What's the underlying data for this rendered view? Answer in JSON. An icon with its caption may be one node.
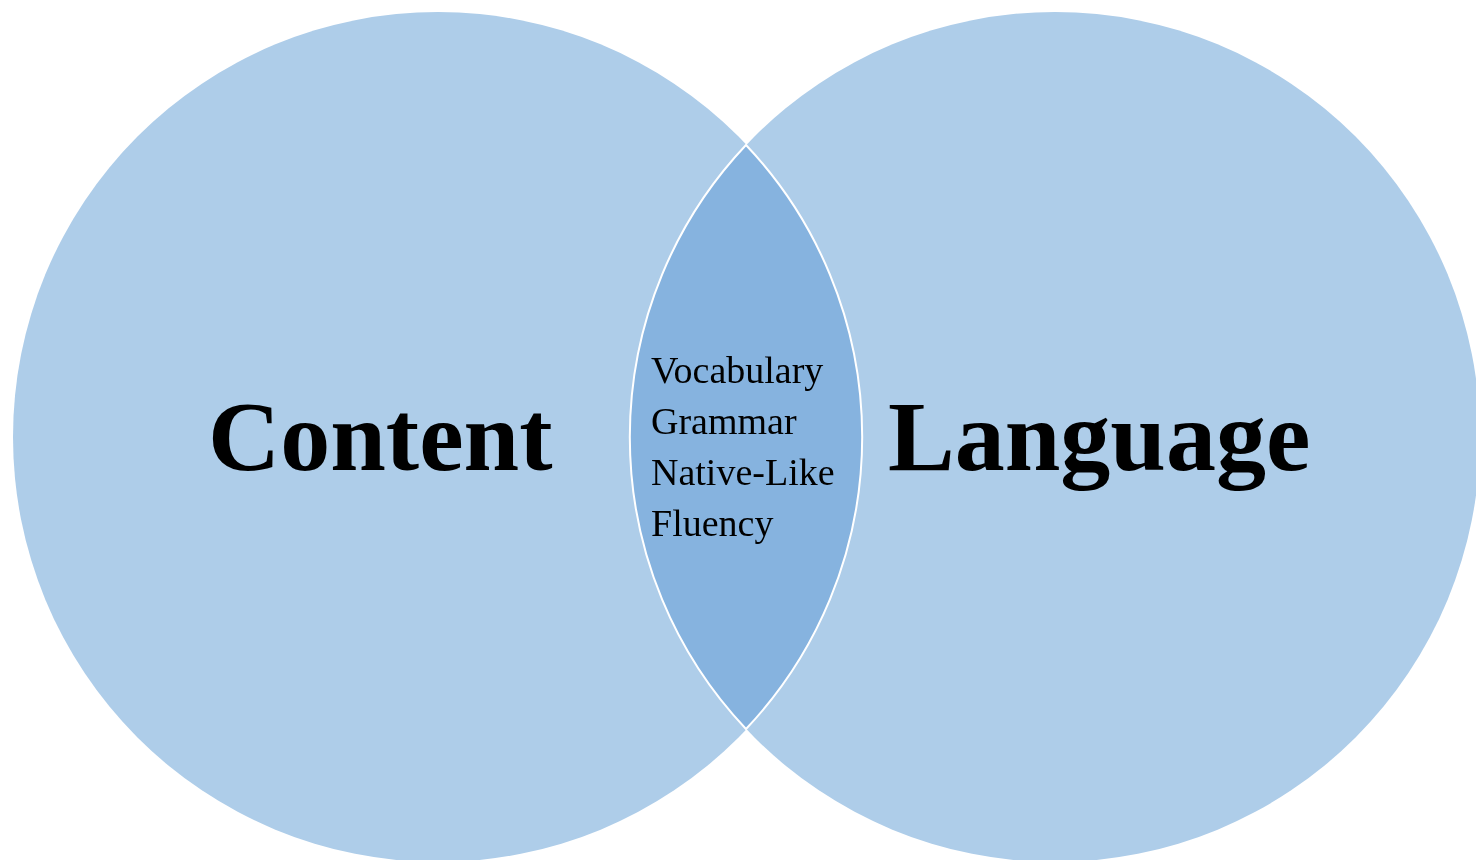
{
  "diagram": {
    "nodes": [
      {
        "text": [
          "Content"
        ]
      },
      {
        "text": [
          "Language"
        ]
      },
      {
        "text": [
          "Vocabulary",
          "Grammar",
          "Native-Like Fluency"
        ]
      }
    ]
  }
}
